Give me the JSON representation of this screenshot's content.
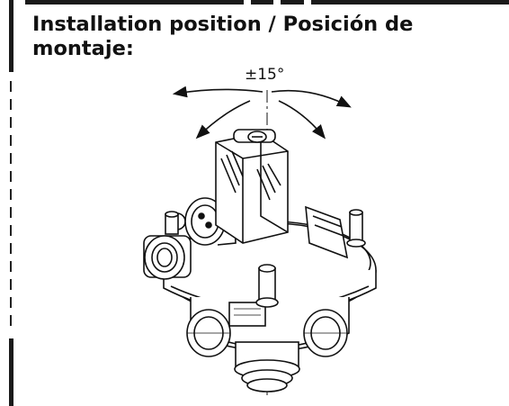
{
  "heading": {
    "line1": "Installation position / Posición de",
    "line2": "montaje:"
  },
  "tolerance_label": "±15°"
}
